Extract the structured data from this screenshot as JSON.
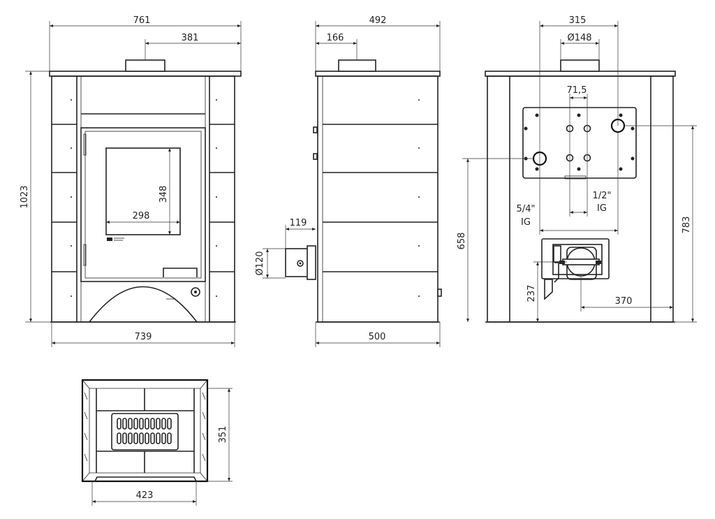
{
  "front": {
    "overall_width": "761",
    "flue_offset": "381",
    "height": "1023",
    "glass_width": "298",
    "glass_height": "348",
    "base_width": "739"
  },
  "side": {
    "overall_width": "492",
    "flue_offset": "166",
    "depth": "500",
    "inlet_offset": "119",
    "inlet_diameter": "Ø120"
  },
  "back": {
    "connections_width": "315",
    "flue_diameter": "Ø148",
    "pitch": "71,5",
    "conn_a_size": "5/4\"",
    "conn_a_type": "IG",
    "conn_b_size": "1/2\"",
    "conn_b_type": "IG",
    "height_658": "658",
    "height_783": "783",
    "height_237": "237",
    "offset_370": "370"
  },
  "top": {
    "depth": "351",
    "width": "423"
  }
}
